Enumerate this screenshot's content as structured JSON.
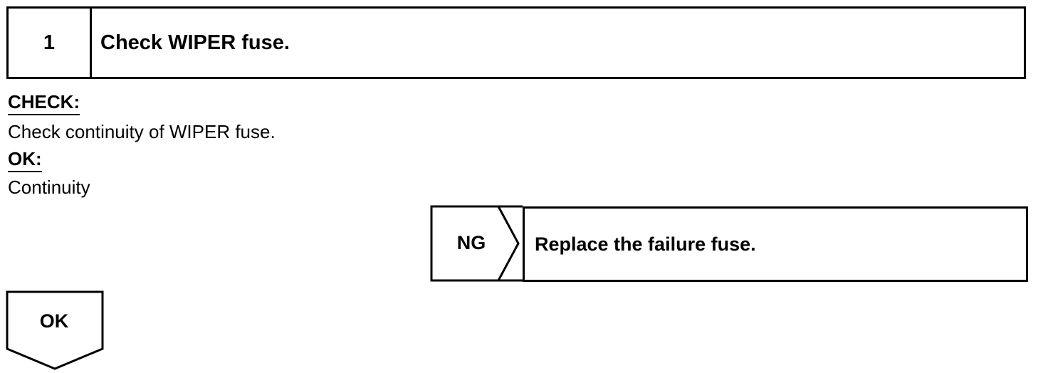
{
  "step": {
    "number": "1",
    "title": "Check WIPER fuse."
  },
  "check": {
    "label": "CHECK:",
    "text": "Check continuity of WIPER fuse."
  },
  "ok_criteria": {
    "label": "OK:",
    "text": "Continuity"
  },
  "ng_branch": {
    "label": "NG",
    "action": "Replace the failure fuse."
  },
  "ok_branch": {
    "label": "OK"
  }
}
